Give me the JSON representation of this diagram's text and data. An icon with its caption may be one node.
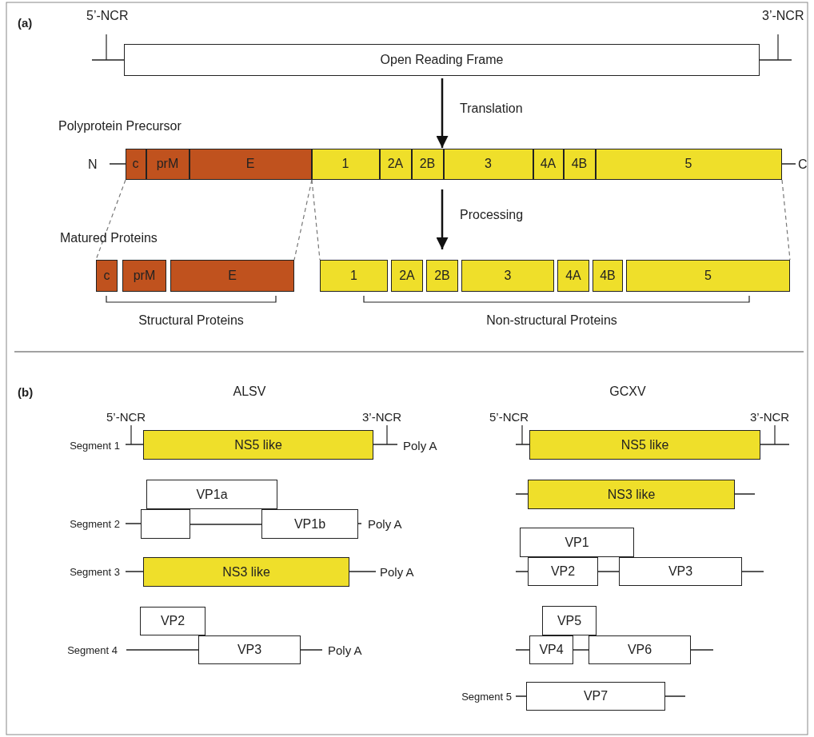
{
  "diagram": {
    "nodes": [
      {
        "text": [
          "Open Reading Frame"
        ]
      },
      {
        "text": [
          "Polyprotein Precursor"
        ],
        "beside": [
          "N",
          "C"
        ]
      },
      {
        "text": [
          "c"
        ],
        "in": 1
      },
      {
        "text": [
          "prM"
        ],
        "in": 1
      },
      {
        "text": [
          "E"
        ],
        "in": 1
      },
      {
        "text": [
          "1"
        ],
        "in": 1
      },
      {
        "text": [
          "2A"
        ],
        "in": 1
      },
      {
        "text": [
          "2B"
        ],
        "in": 1
      },
      {
        "text": [
          "3"
        ],
        "in": 1
      },
      {
        "text": [
          "4A"
        ],
        "in": 1
      },
      {
        "text": [
          "4B"
        ],
        "in": 1
      },
      {
        "text": [
          "5"
        ],
        "in": 1
      },
      {
        "text": [
          "c"
        ]
      },
      {
        "text": [
          "prM"
        ]
      },
      {
        "text": [
          "E"
        ]
      },
      {
        "text": [
          "1"
        ]
      },
      {
        "text": [
          "2A"
        ]
      },
      {
        "text": [
          "2B"
        ]
      },
      {
        "text": [
          "3"
        ]
      },
      {
        "text": [
          "4A"
        ]
      },
      {
        "text": [
          "4B"
        ]
      },
      {
        "text": [
          "5"
        ]
      },
      {
        "text": [
          "NS5 like"
        ],
        "beside": [
          "Segment 1",
          "Poly A"
        ]
      },
      {
        "text": [
          "VP1a"
        ]
      },
      {
        "text": [],
        "shape": "box",
        "beside": [
          "Segment 2"
        ]
      },
      {
        "text": [
          "VP1b"
        ],
        "beside": [
          "Poly A"
        ]
      },
      {
        "text": [
          "NS3 like"
        ],
        "beside": [
          "Segment 3",
          "Poly A"
        ]
      },
      {
        "text": [
          "VP2"
        ]
      },
      {
        "text": [
          "VP3"
        ],
        "beside": [
          "Poly A"
        ]
      },
      {
        "text": [
          "NS5 like"
        ]
      },
      {
        "text": [
          "NS3 like"
        ]
      },
      {
        "text": [
          "VP1"
        ]
      },
      {
        "text": [
          "VP2"
        ]
      },
      {
        "text": [
          "VP3"
        ]
      },
      {
        "text": [
          "VP5"
        ]
      },
      {
        "text": [
          "VP4"
        ]
      },
      {
        "text": [
          "VP6"
        ]
      },
      {
        "text": [
          "VP7"
        ],
        "beside": [
          "Segment 5"
        ]
      }
    ],
    "edges": [
      {
        "from": 0,
        "to": 1,
        "arrow": "to",
        "label": "Translation",
        "color": "#111111"
      },
      {
        "from": 1,
        "to": 17,
        "arrow": "to",
        "label": "Processing",
        "color": "#111111"
      },
      {
        "from": 2,
        "to": 12,
        "arrow": "none",
        "style": "dashed"
      },
      {
        "from": 4,
        "to": 14,
        "arrow": "none",
        "style": "dashed"
      },
      {
        "from": 5,
        "to": 15,
        "arrow": "none",
        "style": "dashed"
      },
      {
        "from": 11,
        "to": 21,
        "arrow": "none",
        "style": "dashed"
      },
      {
        "from": 24,
        "to": 25,
        "arrow": "none"
      },
      {
        "from": 32,
        "to": 33,
        "arrow": "none"
      },
      {
        "from": 35,
        "to": 36,
        "arrow": "none"
      }
    ],
    "labels": [
      "(a)",
      "5’-NCR",
      "3’-NCR",
      "Matured Proteins",
      "Structural Proteins",
      "Non-structural Proteins",
      "(b)",
      "ALSV",
      "GCXV",
      "5’-NCR",
      "3’-NCR",
      "5’-NCR",
      "3’-NCR",
      "Segment 4"
    ]
  }
}
